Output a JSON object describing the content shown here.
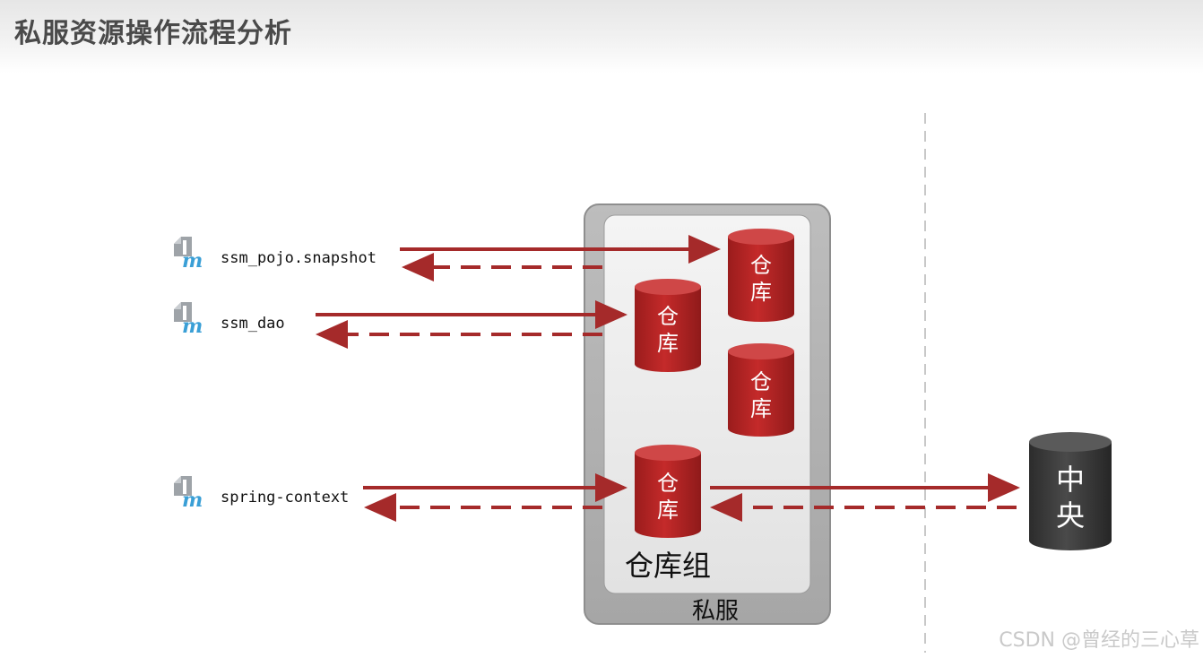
{
  "title": "私服资源操作流程分析",
  "artifacts": [
    {
      "name": "ssm_pojo.snapshot",
      "icon": "maven-module-icon"
    },
    {
      "name": "ssm_dao",
      "icon": "maven-module-icon"
    },
    {
      "name": "spring-context",
      "icon": "maven-module-icon"
    }
  ],
  "repository": {
    "line1": "仓",
    "line2": "库"
  },
  "group_label": "仓库组",
  "private_server_label": "私服",
  "central": {
    "line1": "中",
    "line2": "央"
  },
  "watermark": "CSDN @曾经的三心草",
  "colors": {
    "arrow": "#a52a2a",
    "repo": "#b22222",
    "central": "#333333",
    "server_frame": "#b3b3b3",
    "maven_icon_blue": "#3a9fd6"
  }
}
